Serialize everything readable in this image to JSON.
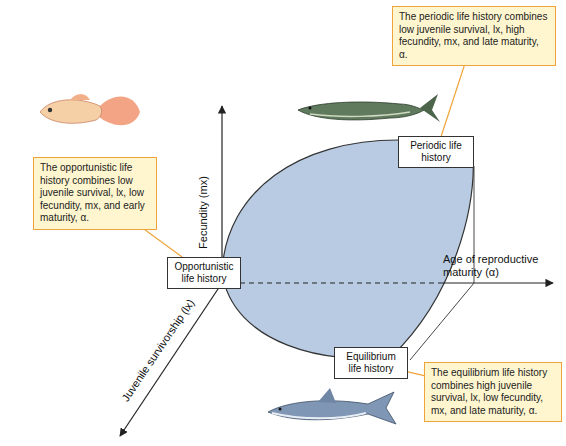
{
  "diagram": {
    "nodes": [
      {
        "text": [
          "The periodic life history combines low juvenile survival, lx, high fecundity, mx, and late maturity, α."
        ]
      },
      {
        "text": [
          "The opportunistic life history combines low juvenile survival, lx, low fecundity, mx, and early maturity, α."
        ]
      },
      {
        "text": [
          "Periodic life history"
        ]
      },
      {
        "text": [
          "Opportunistic life history"
        ]
      },
      {
        "text": [
          "Equilibrium life history"
        ]
      },
      {
        "text": [
          "The equilibrium life history combines high juvenile survival, lx, low fecundity, mx, and late maturity, α."
        ]
      }
    ],
    "edges": [
      {
        "from": 0,
        "to": 2,
        "arrow": "none"
      },
      {
        "from": 1,
        "to": 3,
        "arrow": "none"
      },
      {
        "from": 5,
        "to": 4,
        "arrow": "none"
      }
    ],
    "labels": [
      "Fecundity (mx)",
      "Age of reproductive maturity (α)",
      "Juvenile survivorship (lx)"
    ]
  }
}
